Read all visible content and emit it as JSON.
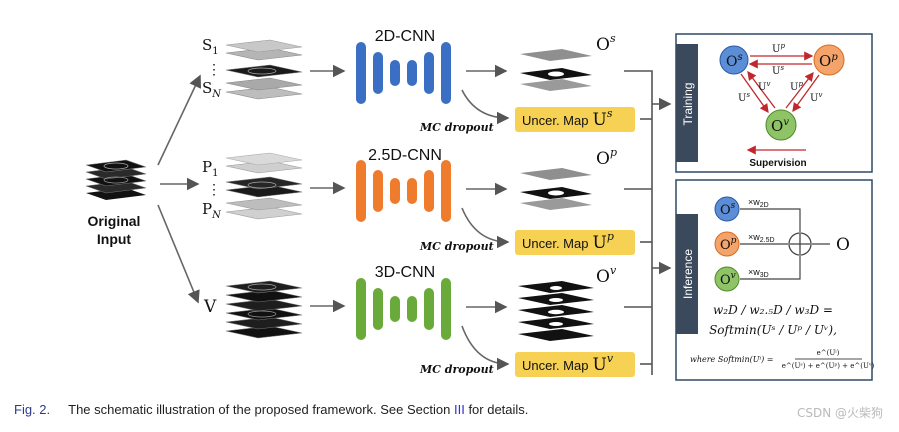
{
  "input": {
    "line1": "Original",
    "line2": "Input"
  },
  "branches": [
    {
      "label_top": "S",
      "sub_top": "1",
      "label_bot": "S",
      "sub_bot": "N",
      "network": "2D-CNN",
      "output": "O",
      "output_sup": "s",
      "dropout": "MC dropout",
      "uncer_text": "Uncer. Map",
      "uncer_sym": "U",
      "uncer_sup": "s",
      "color": "#3b6fc4"
    },
    {
      "label_top": "P",
      "sub_top": "1",
      "label_bot": "P",
      "sub_bot": "N",
      "network": "2.5D-CNN",
      "output": "O",
      "output_sup": "p",
      "dropout": "MC dropout",
      "uncer_text": "Uncer. Map",
      "uncer_sym": "U",
      "uncer_sup": "p",
      "color": "#ef7b2d"
    },
    {
      "label_v": "V",
      "network": "3D-CNN",
      "output": "O",
      "output_sup": "v",
      "dropout": "MC dropout",
      "uncer_text": "Uncer. Map",
      "uncer_sym": "U",
      "uncer_sup": "v",
      "color": "#6aaa3a"
    }
  ],
  "training": {
    "tab": "Training",
    "nodes": [
      {
        "label": "O",
        "sup": "s",
        "color": "#5b8ed6"
      },
      {
        "label": "O",
        "sup": "p",
        "color": "#f4a36a"
      },
      {
        "label": "O",
        "sup": "v",
        "color": "#8fc466"
      }
    ],
    "edge_labels": [
      {
        "text": "U",
        "sup": "p"
      },
      {
        "text": "U",
        "sup": "s"
      },
      {
        "text": "U",
        "sup": "s"
      },
      {
        "text": "U",
        "sup": "v"
      },
      {
        "text": "U",
        "sup": "p"
      },
      {
        "text": "U",
        "sup": "v"
      }
    ],
    "supervision": "Supervision"
  },
  "inference": {
    "tab": "Inference",
    "weights": [
      {
        "prefix": "×w",
        "sub": "2D"
      },
      {
        "prefix": "×w",
        "sub": "2.5D"
      },
      {
        "prefix": "×w",
        "sub": "3D"
      }
    ],
    "output": "O",
    "formula_line1": "w₂D / w₂.₅D / w₃D  =",
    "formula_line2": "Softmin(Uˢ / Uᵖ / Uᵛ),",
    "where_prefix": "where Softmin(Uⁱ) =",
    "frac_num": "e^(Uⁱ)",
    "frac_den": "e^(Uˢ) + e^(Uᵖ) + e^(Uᵛ)"
  },
  "caption": {
    "fig": "Fig. 2.",
    "text_before": "The schematic illustration of the proposed framework. See Section ",
    "section": "III",
    "text_after": " for details."
  },
  "watermark": "CSDN @火柴狗",
  "colors": {
    "blue": "#3b6fc4",
    "orange": "#ef7b2d",
    "green": "#6aaa3a",
    "yellow": "#f7d154",
    "tab": "#3a4a5c",
    "arrow": "#555555",
    "red": "#c0282d"
  }
}
